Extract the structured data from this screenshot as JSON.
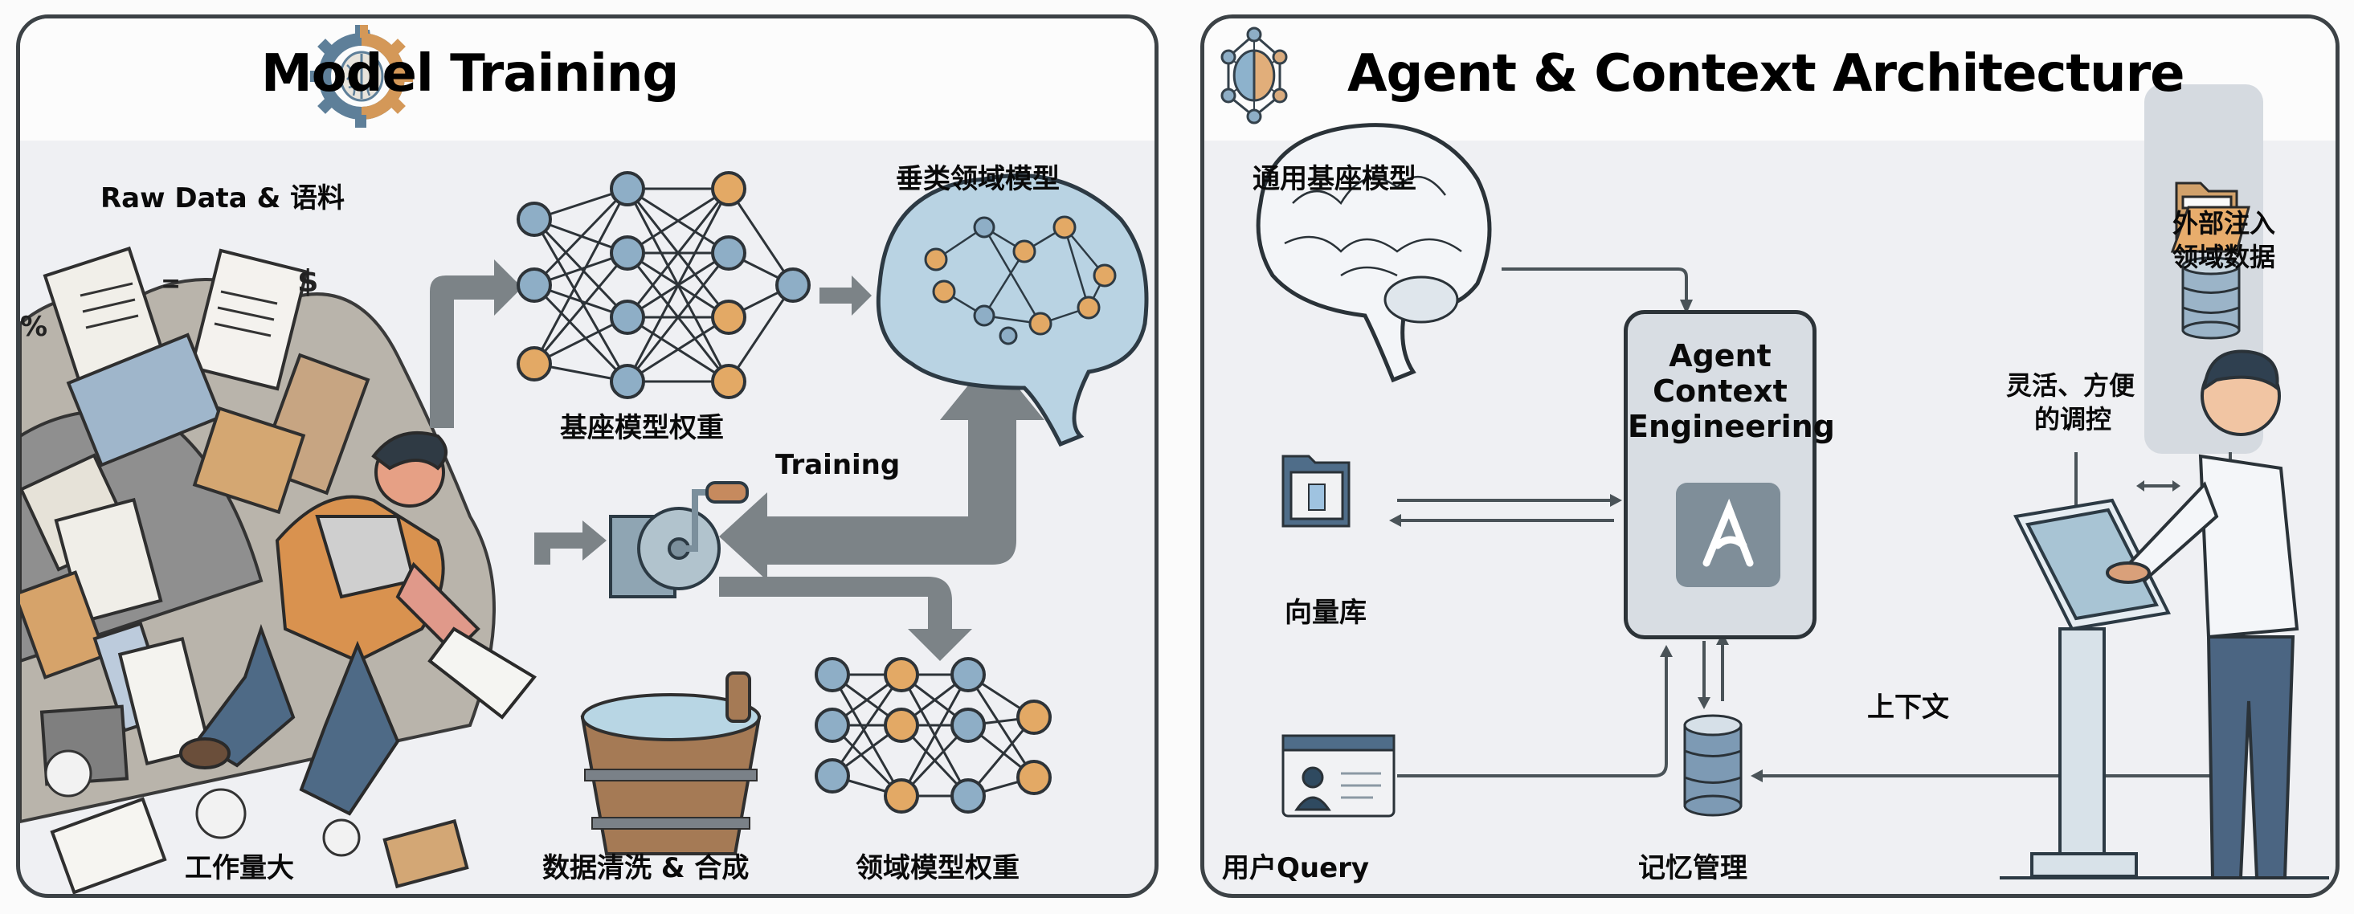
{
  "left_panel": {
    "title": "Model Training",
    "icon": "gear-brain-icon",
    "labels": {
      "raw_data": "Raw Data & 语料",
      "base_weights": "基座模型权重",
      "vertical_model": "垂类领域模型",
      "training": "Training",
      "workload": "工作量大",
      "cleaning": "数据清洗 & 合成",
      "domain_weights": "领域模型权重"
    }
  },
  "right_panel": {
    "title": "Agent & Context Architecture",
    "icon": "network-brain-icon",
    "labels": {
      "general_model": "通用基座模型",
      "ace_line1": "Agent",
      "ace_line2": "Context",
      "ace_line3": "Engineering",
      "external_data_line1": "外部注入",
      "external_data_line2": "领域数据",
      "flexible_line1": "灵活、方便",
      "flexible_line2": "的调控",
      "vector_db": "向量库",
      "context": "上下文",
      "user_query": "用户Query",
      "memory": "记忆管理"
    }
  },
  "colors": {
    "node_blue": "#8eaec6",
    "node_orange": "#e3a965",
    "arrow_gray": "#7c8387",
    "outline": "#2d3338",
    "panel_bg": "#eff0f3",
    "ace_box": "#d8dde3",
    "ace_logo": "#7f8e99"
  }
}
